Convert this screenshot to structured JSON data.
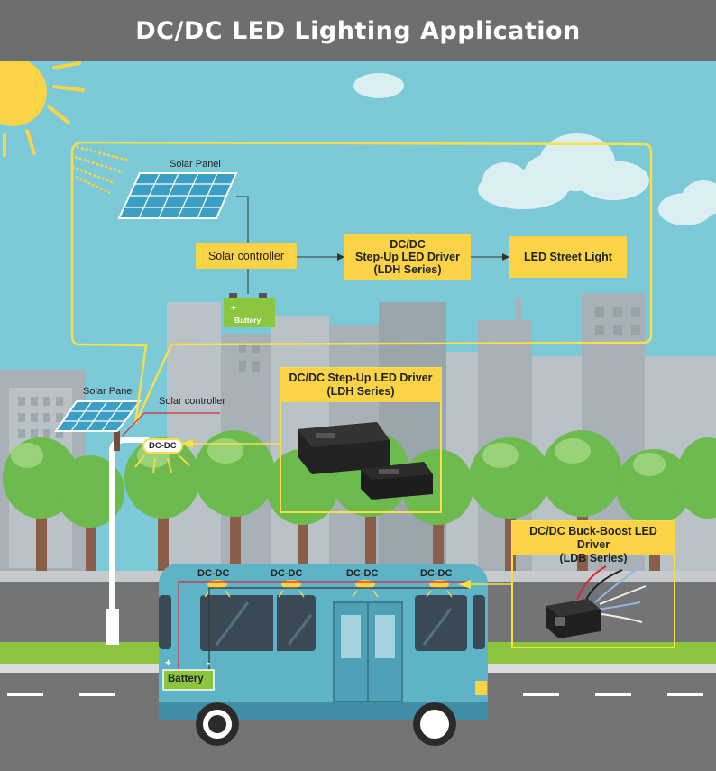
{
  "title": "DC/DC LED Lighting Application",
  "diagram": {
    "solar_panel_label": "Solar Panel",
    "solar_controller": "Solar controller",
    "step_up_driver": [
      "DC/DC",
      "Step-Up LED Driver",
      "(LDH Series)"
    ],
    "led_street_light": "LED Street Light",
    "battery_label": "Battery",
    "battery_plus": "+",
    "battery_minus": "−"
  },
  "street": {
    "solar_panel_label": "Solar Panel",
    "solar_controller_label": "Solar controller",
    "lamp_tag": "DC-DC",
    "step_up_box": [
      "DC/DC Step-Up LED Driver",
      "(LDH Series)"
    ]
  },
  "bus": {
    "lights": [
      "DC-DC",
      "DC-DC",
      "DC-DC",
      "DC-DC"
    ],
    "battery": "Battery",
    "plus": "+",
    "minus": "-",
    "buck_boost_box": [
      "DC/DC Buck-Boost LED Driver",
      "(LDB Series)"
    ]
  },
  "colors": {
    "header": "#6d6e70",
    "sky": "#7cc9d8",
    "highlight_yellow": "#fbd346",
    "battery_green": "#8cc63f",
    "bus_teal": "#5fb3c7",
    "tree_green": "#6dbb4f",
    "trunk": "#8b5e4a",
    "road": "#747476",
    "building": "#a7b1b7",
    "wire_red": "#d8283a"
  }
}
